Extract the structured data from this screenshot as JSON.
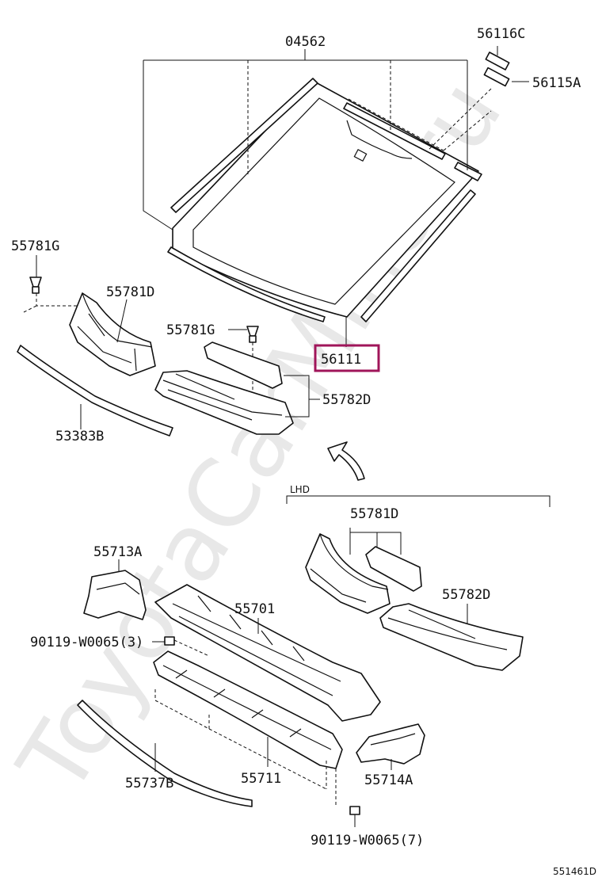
{
  "watermark": "ToyotaCarMine.ru",
  "parts": {
    "windshield_glass": "04562",
    "molding_upper_clip": "56116C",
    "molding_upper": "56115A",
    "clip_left": "55781G",
    "cowl_louver_left": "55781D",
    "clip_center": "55781G",
    "windshield_molding": "56111",
    "cowl_louver_right": "55782D",
    "seal_lower": "53383B",
    "lhd_louver": "55781D",
    "lhd_louver_right": "55782D",
    "side_bracket_left": "55713A",
    "cowl_top_panel": "55701",
    "bolt_a": "90119-W0065(3)",
    "cowl_panel_inner": "55711",
    "cowl_seal": "55737B",
    "side_bracket_right": "55714A",
    "bolt_b": "90119-W0065(7)"
  },
  "section_label": "LHD",
  "diagram_code": "551461D",
  "highlight_color": "#a0155a"
}
